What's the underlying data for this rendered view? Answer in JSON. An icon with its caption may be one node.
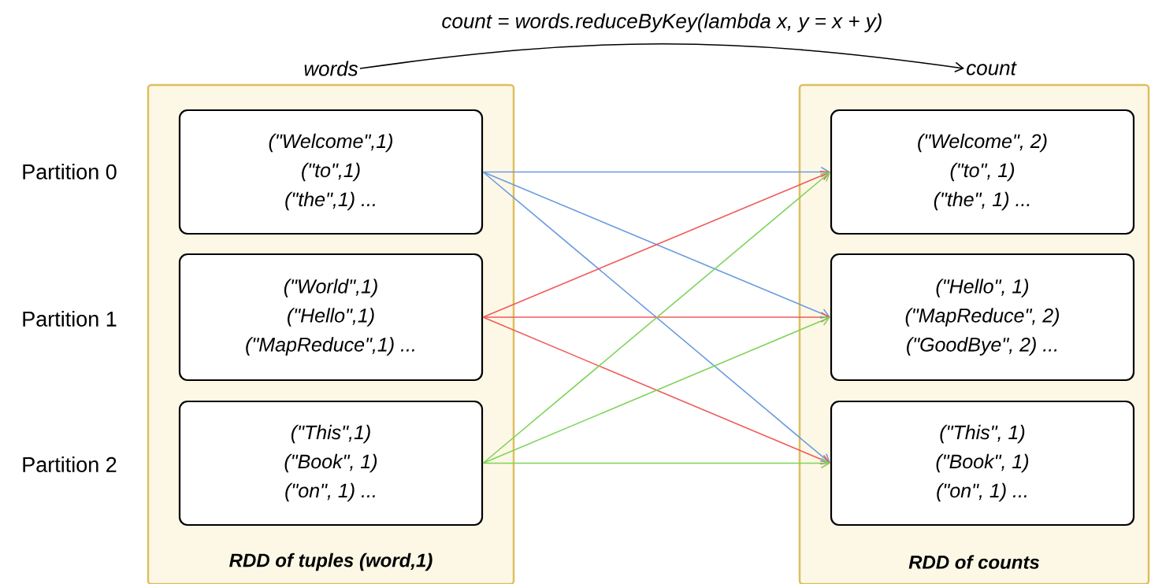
{
  "diagram": {
    "nodes": [
      {
        "text": [
          "words"
        ]
      },
      {
        "text": [
          "count"
        ]
      },
      {
        "text": [
          "RDD of tuples (word,1)"
        ]
      },
      {
        "text": [
          "(\"Welcome\",1)",
          "(\"to\",1)",
          "(\"the\",1) ..."
        ],
        "in": 2
      },
      {
        "text": [
          "(\"World\",1)",
          "(\"Hello\",1)",
          "(\"MapReduce\",1) ..."
        ],
        "in": 2
      },
      {
        "text": [
          "(\"This\",1)",
          "(\"Book\", 1)",
          "(\"on\", 1) ..."
        ],
        "in": 2
      },
      {
        "text": [
          "RDD of counts"
        ]
      },
      {
        "text": [
          "(\"Welcome\", 2)",
          "(\"to\", 1)",
          "(\"the\", 1) ..."
        ],
        "in": 6
      },
      {
        "text": [
          "(\"Hello\", 1)",
          "(\"MapReduce\", 2)",
          "(\"GoodBye\", 2) ..."
        ],
        "in": 6
      },
      {
        "text": [
          "(\"This\", 1)",
          "(\"Book\", 1)",
          "(\"on\", 1) ..."
        ],
        "in": 6
      }
    ],
    "edges": [
      {
        "from": 0,
        "to": 1,
        "arrow": "to",
        "color": "#000000",
        "label": "count = words.reduceByKey(lambda x, y = x + y)"
      },
      {
        "from": 3,
        "to": 7,
        "arrow": "to",
        "color": "#6b9be0"
      },
      {
        "from": 3,
        "to": 8,
        "arrow": "to",
        "color": "#6b9be0"
      },
      {
        "from": 3,
        "to": 9,
        "arrow": "to",
        "color": "#6b9be0"
      },
      {
        "from": 4,
        "to": 7,
        "arrow": "to",
        "color": "#f05a5a"
      },
      {
        "from": 4,
        "to": 8,
        "arrow": "to",
        "color": "#f05a5a"
      },
      {
        "from": 4,
        "to": 9,
        "arrow": "to",
        "color": "#f05a5a"
      },
      {
        "from": 5,
        "to": 7,
        "arrow": "to",
        "color": "#7dd35a"
      },
      {
        "from": 5,
        "to": 8,
        "arrow": "to",
        "color": "#7dd35a"
      },
      {
        "from": 5,
        "to": 9,
        "arrow": "to",
        "color": "#7dd35a"
      }
    ],
    "labels": [
      "Partition 0",
      "Partition 1",
      "Partition 2"
    ]
  }
}
